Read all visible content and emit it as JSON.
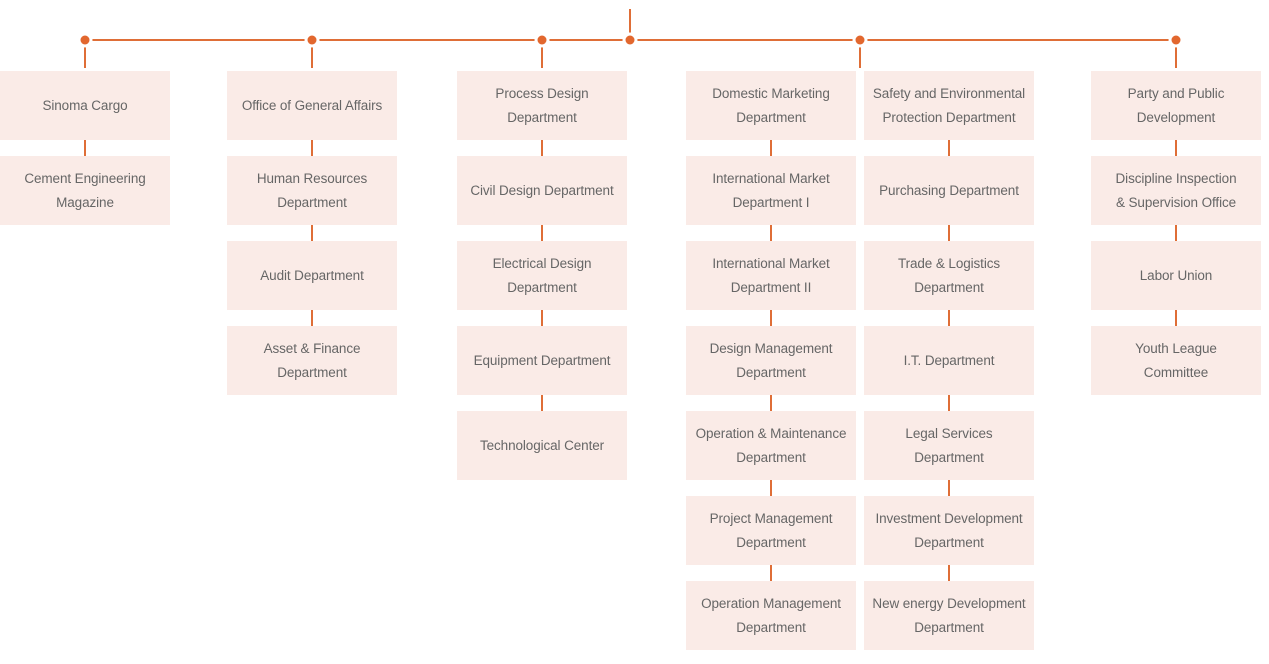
{
  "org": {
    "colors": {
      "accent_dot": "#e2672e",
      "connector_line": "#df6e37",
      "box_background": "#faebe7",
      "box_text": "#666666",
      "page_background": "#ffffff"
    },
    "columns": [
      {
        "departments": [
          "Sinoma Cargo",
          "Cement Engineering\nMagazine"
        ]
      },
      {
        "departments": [
          "Office of General Affairs",
          "Human Resources\nDepartment",
          "Audit Department",
          "Asset & Finance\nDepartment"
        ]
      },
      {
        "departments": [
          "Process Design\nDepartment",
          "Civil Design Department",
          "Electrical Design\nDepartment",
          "Equipment Department",
          "Technological Center"
        ]
      },
      {
        "departments": [
          "Domestic Marketing\nDepartment",
          "International Market\nDepartment I",
          "International Market\nDepartment II",
          "Design Management\nDepartment",
          "Operation & Maintenance\nDepartment",
          "Project Management\nDepartment",
          "Operation Management\nDepartment"
        ]
      },
      {
        "departments": [
          "Safety and Environmental\nProtection Department",
          "Purchasing Department",
          "Trade & Logistics\nDepartment",
          "I.T. Department",
          "Legal Services\nDepartment",
          "Investment Development\nDepartment",
          "New energy Development\nDepartment"
        ]
      },
      {
        "departments": [
          "Party and Public\nDevelopment",
          "Discipline Inspection\n& Supervision Office",
          "Labor Union",
          "Youth League\nCommittee"
        ]
      }
    ]
  }
}
